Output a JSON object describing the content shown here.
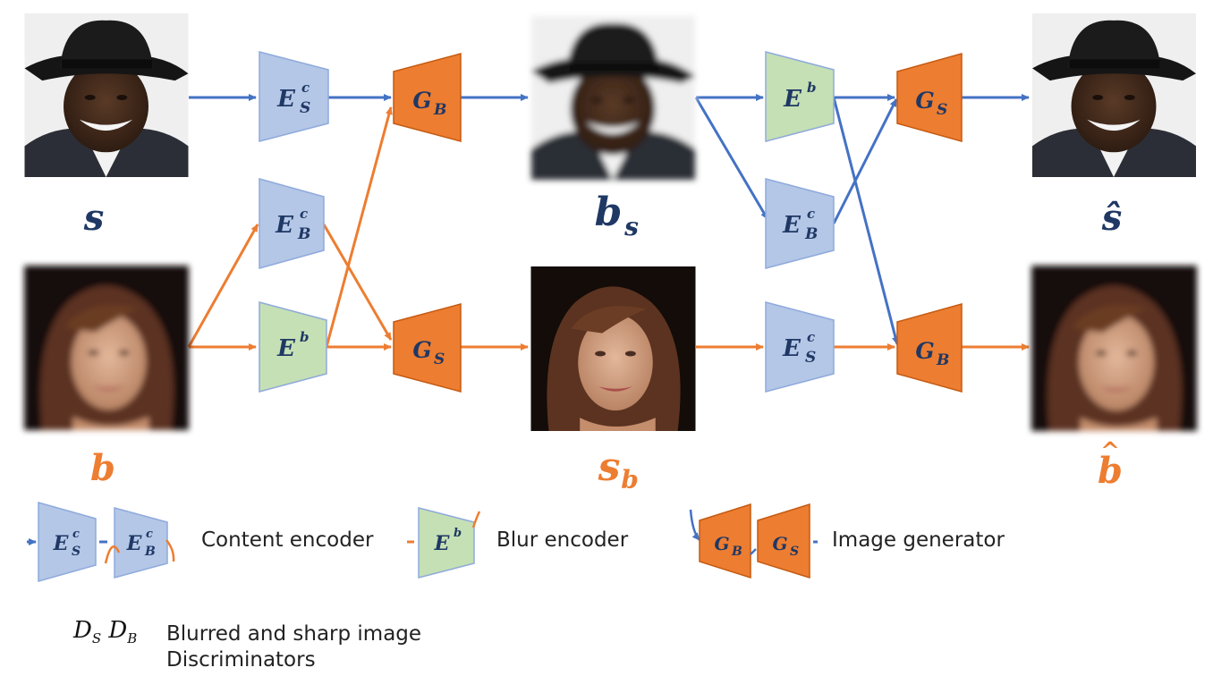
{
  "images": {
    "s": {
      "label": "s",
      "color": "#1f3864"
    },
    "b": {
      "label": "b",
      "color": "#ed7d31"
    },
    "bs": {
      "label": "b",
      "sub": "s",
      "color": "#1f3864"
    },
    "sb": {
      "label": "s",
      "sub": "b",
      "color": "#ed7d31"
    },
    "s_hat": {
      "label": "ŝ",
      "color": "#1f3864"
    },
    "b_hat": {
      "label": "b",
      "hat": "^",
      "color": "#ed7d31"
    }
  },
  "blocks": {
    "es_c": {
      "base": "E",
      "sub": "S",
      "sup": "c",
      "fill": "#b4c7e7"
    },
    "eb_c": {
      "base": "E",
      "sub": "B",
      "sup": "c",
      "fill": "#b4c7e7"
    },
    "e_b": {
      "base": "E",
      "sup": "b",
      "fill": "#c5e0b4"
    },
    "g_b": {
      "base": "G",
      "sub": "B",
      "fill": "#ed7d31"
    },
    "g_s": {
      "base": "G",
      "sub": "S",
      "fill": "#ed7d31"
    }
  },
  "colors": {
    "blue_arrow": "#4472c4",
    "orange_arrow": "#ed7d31",
    "block_stroke": "#8faadc",
    "text_dark": "#1f3864"
  },
  "legend": {
    "content_encoder": "Content encoder",
    "blur_encoder": "Blur encoder",
    "image_generator": "Image generator",
    "discriminators_line1": "Blurred and sharp image",
    "discriminators_line2": "Discriminators",
    "disc_s": {
      "base": "D",
      "sub": "S"
    },
    "disc_b": {
      "base": "D",
      "sub": "B"
    }
  }
}
